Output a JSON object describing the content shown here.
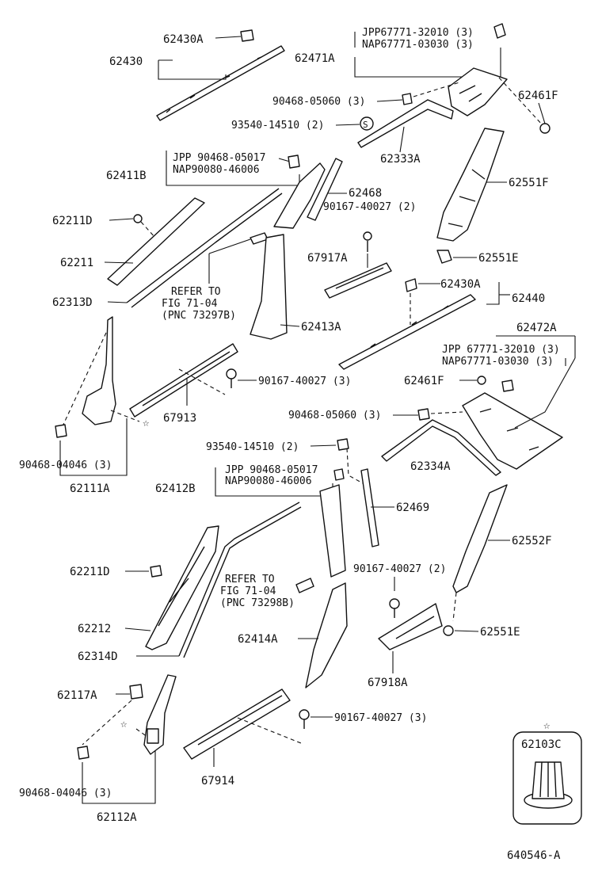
{
  "labels": {
    "l62430A_top": "62430A",
    "l62430": "62430",
    "lJPP67771": "JPP67771-32010 (3)",
    "lNAP67771": "NAP67771-03030 (3)",
    "l62471A": "62471A",
    "l90468_05060_a": "90468-05060 (3)",
    "l62461F_a": "62461F",
    "l93540_a": "93540-14510 (2)",
    "l62333A": "62333A",
    "lJPP90468_a": "JPP 90468-05017",
    "lNAP90080_a": "NAP90080-46006",
    "l62411B": "62411B",
    "l62468": "62468",
    "l62551F": "62551F",
    "l90167_a": "90167-40027 (2)",
    "l62211D_a": "62211D",
    "l62211": "62211",
    "l67917A": "67917A",
    "l62551E_a": "62551E",
    "l62313D": "62313D",
    "lRefer1a": "REFER TO",
    "lRefer1b": "FIG 71-04",
    "lRefer1c": "(PNC 73297B)",
    "l62430A_mid": "62430A",
    "l62440": "62440",
    "l62413A": "62413A",
    "l62472A": "62472A",
    "lJPP67771_b": "JPP 67771-32010 (3)",
    "lNAP67771_b": "NAP67771-03030 (3)",
    "l62461F_b": "62461F",
    "l90167_b": "90167-40027 (3)",
    "l67913": "67913",
    "l90468_05060_b": "90468-05060 (3)",
    "l93540_b": "93540-14510 (2)",
    "l90468_04046_a": "90468-04046 (3)",
    "l62111A": "62111A",
    "l62334A": "62334A",
    "lJPP90468_b": "JPP 90468-05017",
    "lNAP90080_b": "NAP90080-46006",
    "l62412B": "62412B",
    "l62469": "62469",
    "l62552F": "62552F",
    "lRefer2a": "REFER TO",
    "lRefer2b": "FIG 71-04",
    "lRefer2c": "(PNC 73298B)",
    "l62211D_b": "62211D",
    "l90167_c": "90167-40027 (2)",
    "l62212": "62212",
    "l62551E_b": "62551E",
    "l62314D": "62314D",
    "l62414A": "62414A",
    "l67918A": "67918A",
    "l62117A": "62117A",
    "l90167_d": "90167-40027 (3)",
    "l62103C": "62103C",
    "l90468_04046_b": "90468-04046 (3)",
    "l67914": "67914",
    "l62112A": "62112A",
    "star": "☆",
    "circleS": "S",
    "diagramCode": "640546-A"
  }
}
